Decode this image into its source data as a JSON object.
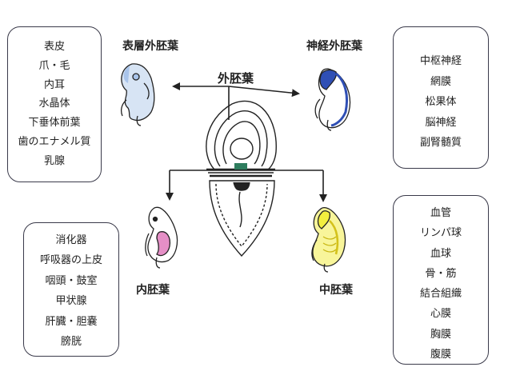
{
  "labels": {
    "ectoderm": "外胚葉",
    "surface_ectoderm": "表層外胚葉",
    "neural_ectoderm": "神経外胚葉",
    "endoderm": "内胚葉",
    "mesoderm": "中胚葉"
  },
  "surface_ectoderm_items": [
    "表皮",
    "爪・毛",
    "内耳",
    "水晶体",
    "下垂体前葉",
    "歯のエナメル質",
    "乳腺"
  ],
  "neural_ectoderm_items": [
    "中枢神経",
    "網膜",
    "松果体",
    "脳神経",
    "副腎髄質"
  ],
  "endoderm_items": [
    "消化器",
    "呼吸器の上皮",
    "咽頭・鼓室",
    "甲状腺",
    "肝臓・胆嚢",
    "膀胱"
  ],
  "mesoderm_items": [
    "血管",
    "リンパ球",
    "血球",
    "骨・筋",
    "結合組織",
    "心膜",
    "胸膜",
    "腹膜"
  ],
  "colors": {
    "surface_highlight": "#a9c4ea",
    "neural_highlight": "#2f4fb5",
    "endoderm_highlight": "#e58fc6",
    "mesoderm_highlight": "#f3ef3e"
  }
}
